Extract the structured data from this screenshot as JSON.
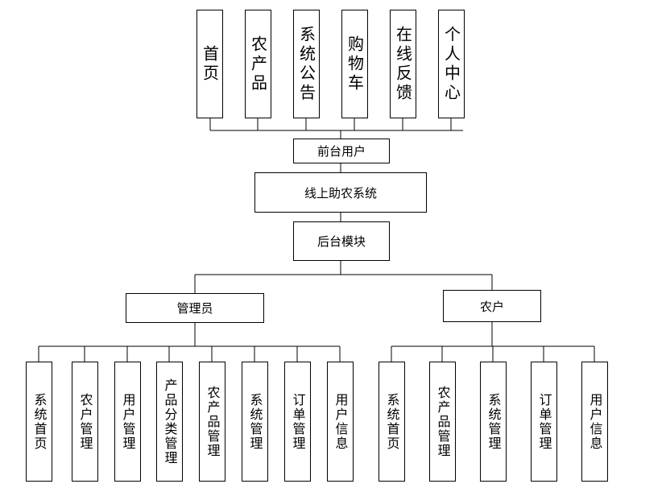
{
  "diagram": {
    "top_modules": [
      "首页",
      "农产品",
      "系统公告",
      "购物车",
      "在线反馈",
      "个人中心"
    ],
    "front_user": "前台用户",
    "system": "线上助农系统",
    "backend": "后台模块",
    "admin": {
      "label": "管理员",
      "modules": [
        "系统首页",
        "农户管理",
        "用户管理",
        "产品分类管理",
        "农产品管理",
        "系统管理",
        "订单管理",
        "用户信息"
      ]
    },
    "farmer": {
      "label": "农户",
      "modules": [
        "系统首页",
        "农产品管理",
        "系统管理",
        "订单管理",
        "用户信息"
      ]
    }
  }
}
